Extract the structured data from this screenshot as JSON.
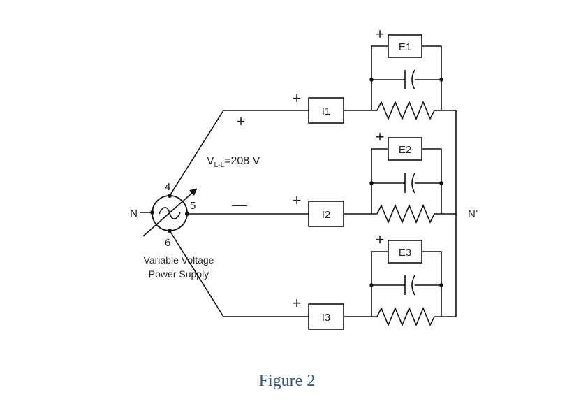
{
  "source": {
    "neutral_label": "N",
    "node_top": "4",
    "node_right": "5",
    "node_bottom": "6",
    "caption_line1": "Variable Voltage",
    "caption_line2": "Power Supply",
    "voltage_label_main": "V",
    "voltage_label_sub": "L-L",
    "voltage_label_value": "=208 V",
    "plus_sign": "+",
    "minus_sign": "—"
  },
  "branches": [
    {
      "meter": "I1",
      "plus": "+",
      "voltmeter": "E1",
      "vplus": "+"
    },
    {
      "meter": "I2",
      "plus": "+",
      "voltmeter": "E2",
      "vplus": "+"
    },
    {
      "meter": "I3",
      "plus": "+",
      "voltmeter": "E3",
      "vplus": "+"
    }
  ],
  "load_neutral_label": "N’",
  "figure_caption": "Figure 2"
}
